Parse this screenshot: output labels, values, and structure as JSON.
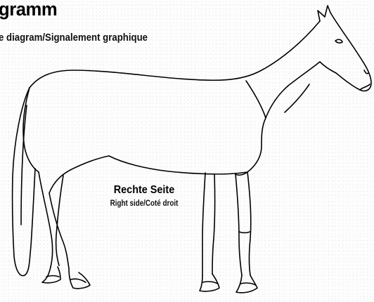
{
  "header": {
    "title": "gramm",
    "subtitle": "e diagram/Signalement graphique"
  },
  "diagram": {
    "side_label": "Rechte Seite",
    "side_sublabel": "Right side/Coté droit"
  }
}
